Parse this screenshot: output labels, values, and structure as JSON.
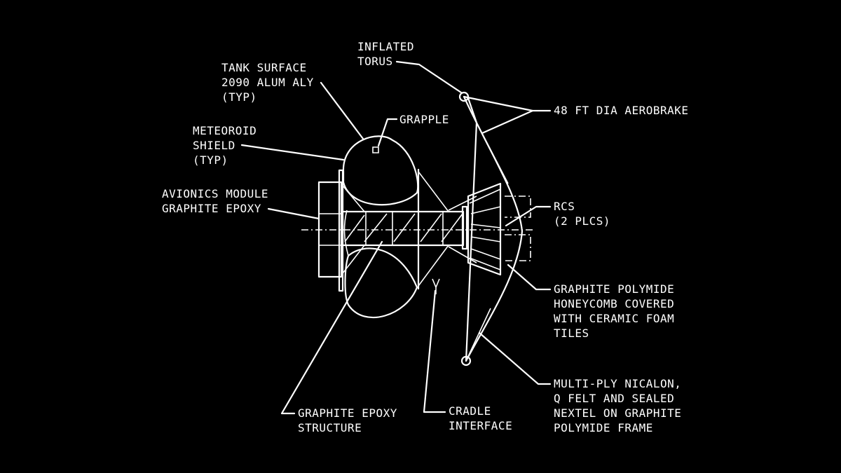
{
  "colors": {
    "background": "#000000",
    "lines": "#ffffff"
  },
  "labels": {
    "inflated_torus": [
      "INFLATED",
      "TORUS"
    ],
    "tank_surface": [
      "TANK SURFACE",
      "2090 ALUM ALY",
      "(TYP)"
    ],
    "grapple": [
      "GRAPPLE"
    ],
    "meteoroid_shield": [
      "METEOROID",
      "SHIELD",
      "(TYP)"
    ],
    "avionics_module": [
      "AVIONICS MODULE",
      "GRAPHITE EPOXY"
    ],
    "aerobrake": [
      "48 FT DIA AEROBRAKE"
    ],
    "rcs": [
      "RCS",
      "(2 PLCS)"
    ],
    "graphite_polymide": [
      "GRAPHITE POLYMIDE",
      "HONEYCOMB COVERED",
      "WITH CERAMIC FOAM",
      "TILES"
    ],
    "multi_ply": [
      "MULTI-PLY NICALON,",
      "Q FELT AND SEALED",
      "NEXTEL ON GRAPHITE",
      "POLYMIDE FRAME"
    ],
    "graphite_epoxy_structure": [
      "GRAPHITE EPOXY",
      "STRUCTURE"
    ],
    "cradle_interface": [
      "CRADLE",
      "INTERFACE"
    ]
  }
}
